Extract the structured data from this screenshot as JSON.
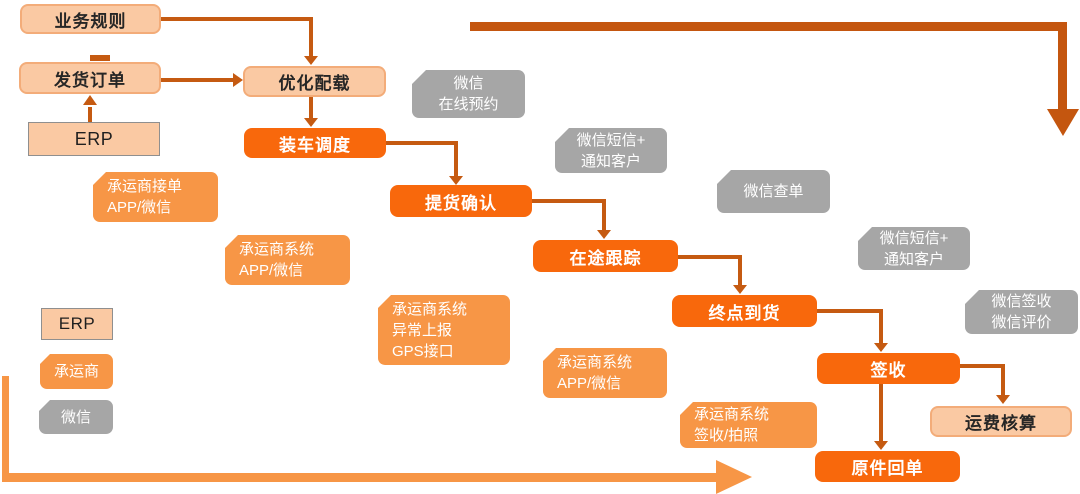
{
  "flow": {
    "business_rules": "业务规则",
    "shipping_order": "发货订单",
    "erp": "ERP",
    "optimize_loading": "优化配载",
    "truck_dispatch": "装车调度",
    "pickup_confirm": "提货确认",
    "in_transit_tracking": "在途跟踪",
    "final_arrival": "终点到货",
    "sign_off": "签收",
    "original_receipt": "原件回单",
    "freight_settlement": "运费核算"
  },
  "carrier_tags": {
    "accept_order": "承运商接单\nAPP/微信",
    "system_app_1": "承运商系统\nAPP/微信",
    "system_exception": "承运商系统\n异常上报\nGPS接口",
    "system_app_2": "承运商系统\nAPP/微信",
    "system_sign_photo": "承运商系统\n签收/拍照"
  },
  "wechat_tags": {
    "online_booking": "微信\n在线预约",
    "sms_notify_1": "微信短信+\n通知客户",
    "order_query": "微信查单",
    "sms_notify_2": "微信短信+\n通知客户",
    "sign_review": "微信签收\n微信评价"
  },
  "legend": {
    "erp": "ERP",
    "carrier": "承运商",
    "wechat": "微信"
  },
  "colors": {
    "flow_box": "#F8680C",
    "carrier_tag": "#F79646",
    "peach_box": "#FAC9A3",
    "wechat_tag": "#A6A6A6",
    "connector_arrow": "#C55A11",
    "top_flow_arrow": "#C4560F",
    "bottom_flow_arrow": "#F79646",
    "background": "#FFFFFF"
  }
}
